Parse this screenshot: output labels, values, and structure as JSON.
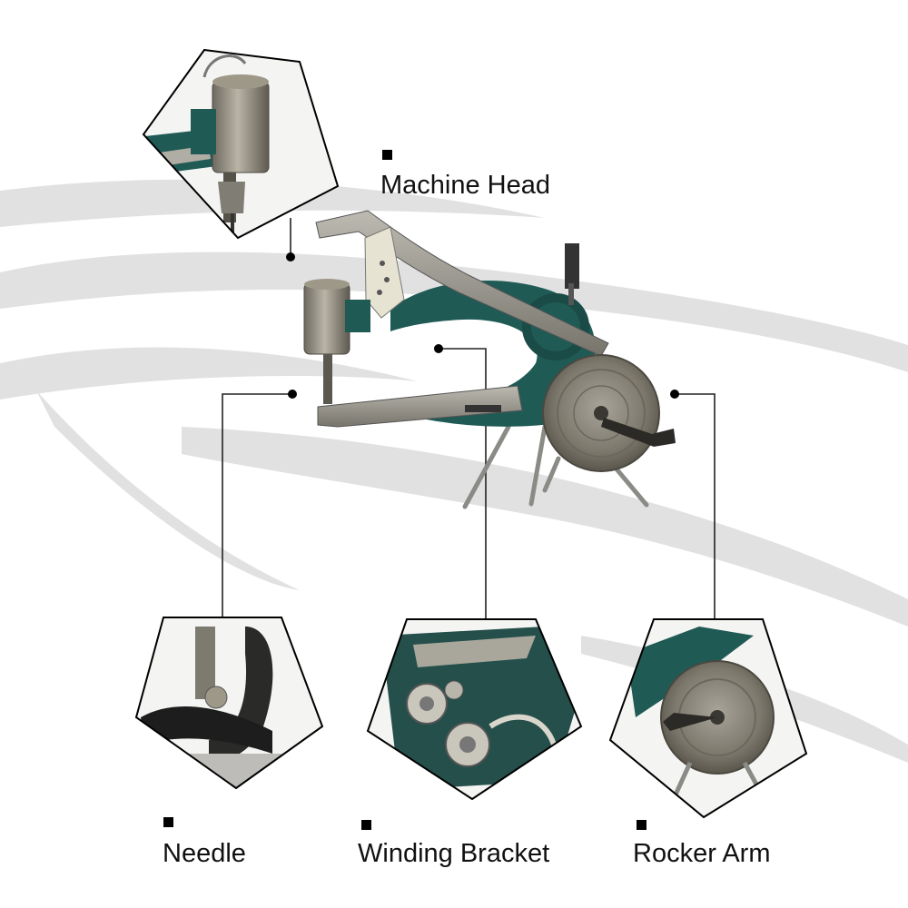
{
  "labels": {
    "machine_head": "Machine Head",
    "needle": "Needle",
    "winding_bracket": "Winding Bracket",
    "rocker_arm": "Rocker Arm"
  },
  "colors": {
    "background": "#ffffff",
    "swoosh": "#dadada",
    "machine_body": "#1f5a55",
    "metal": "#8c8c86",
    "outline": "#000000",
    "text": "#111111"
  }
}
